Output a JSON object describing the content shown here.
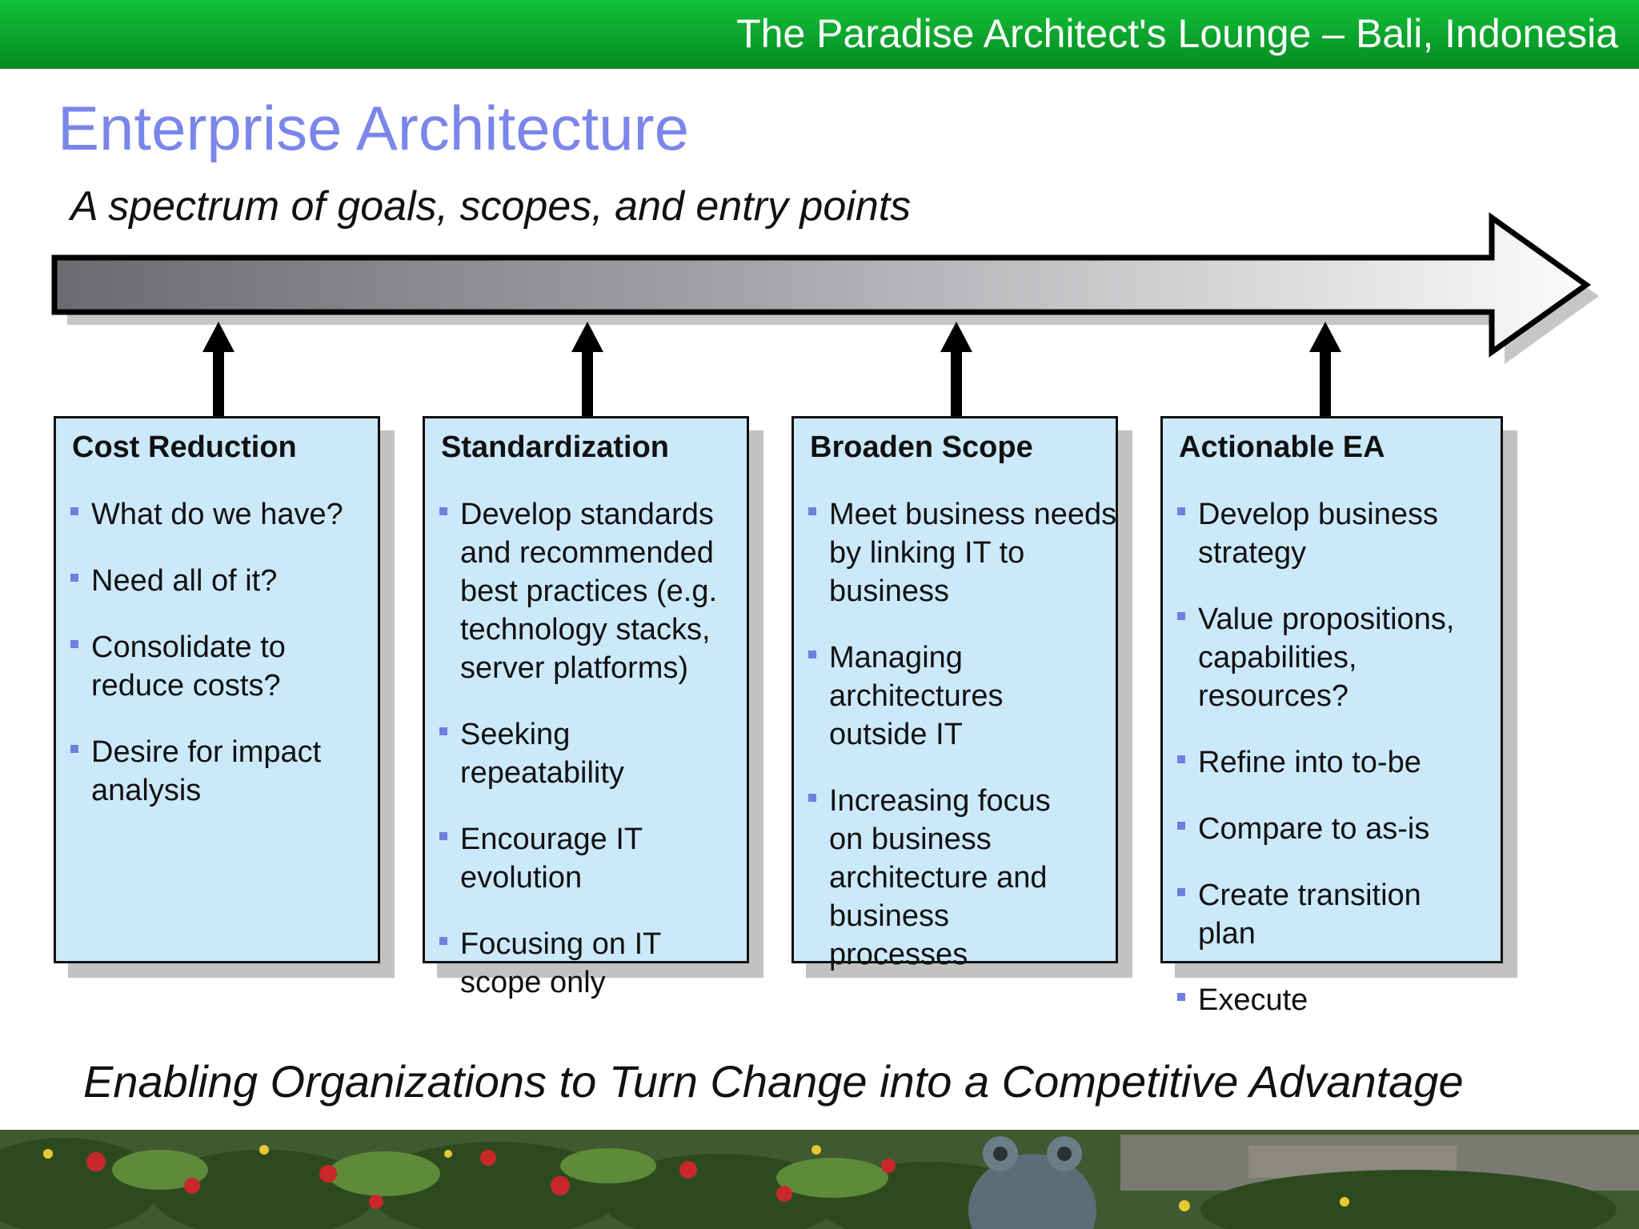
{
  "header": {
    "title": "The Paradise Architect's Lounge – Bali, Indonesia"
  },
  "slide": {
    "title": "Enterprise Architecture",
    "subtitle": "A spectrum of goals, scopes, and entry points",
    "tagline": "Enabling Organizations to Turn Change into a Competitive Advantage"
  },
  "boxes": [
    {
      "title": "Cost Reduction",
      "bullets": [
        "What do we have?",
        "Need all of it?",
        "Consolidate to reduce costs?",
        "Desire for impact analysis"
      ]
    },
    {
      "title": "Standardization",
      "bullets": [
        "Develop standards and recommended best practices (e.g. technology stacks, server platforms)",
        "Seeking repeatability",
        "Encourage IT evolution",
        "Focusing on IT scope only"
      ]
    },
    {
      "title": "Broaden Scope",
      "bullets": [
        "Meet business needs by linking IT to business",
        "Managing architectures outside IT",
        "Increasing focus on business architecture and business processes"
      ]
    },
    {
      "title": "Actionable EA",
      "bullets": [
        "Develop business strategy",
        "Value propositions, capabilities, resources?",
        "Refine into to-be",
        "Compare to as-is",
        "Create transition plan",
        "Execute"
      ]
    }
  ],
  "icons": {
    "bullet": "square-bullet-icon"
  },
  "colors": {
    "header_green": "#0aa02b",
    "title_blue": "#7b86ea",
    "box_fill": "#cce9fb",
    "bullet_blue": "#6f7fe0"
  }
}
